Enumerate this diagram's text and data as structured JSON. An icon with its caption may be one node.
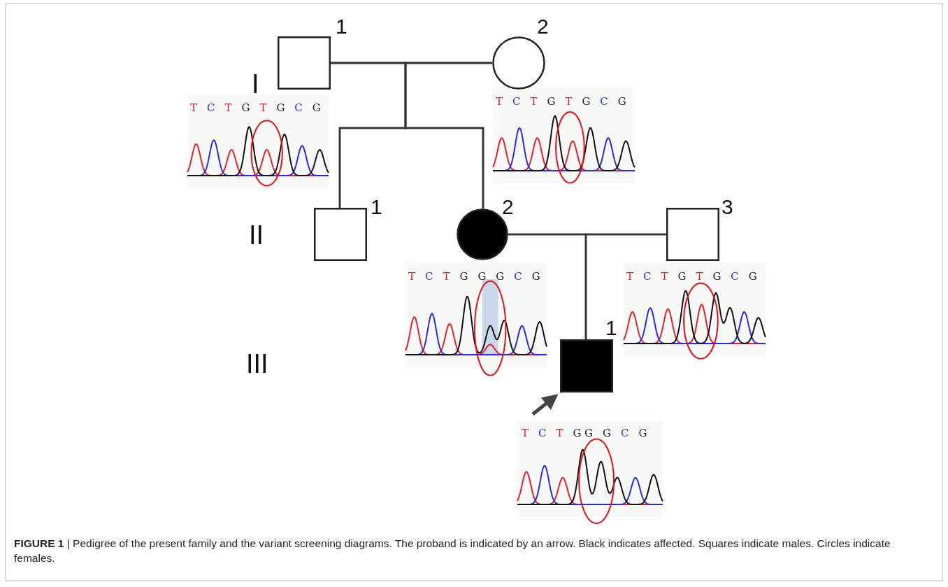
{
  "diagram": {
    "caption": "**FIGURE 1** | Pedigree of the present family and the variant screening diagrams. The proband is indicated by an arrow. Black indicates affected. Squares indicate males. Circles indicate females.",
    "nodes": [
      {
        "text": [],
        "shape": "box",
        "beside": [
          "1",
          "T C T G T G C G"
        ]
      },
      {
        "text": [],
        "shape": "circle",
        "beside": [
          "2",
          "T C T G T G C G"
        ]
      },
      {
        "text": [],
        "shape": "box",
        "beside": [
          "1"
        ]
      },
      {
        "text": [],
        "shape": "filled-circle",
        "beside": [
          "2",
          "T C T G G G C G"
        ]
      },
      {
        "text": [],
        "shape": "box",
        "beside": [
          "3",
          "T C T G T G C G"
        ]
      },
      {
        "text": [],
        "shape": "filled-box",
        "beside": [
          "1",
          "T C T GG G C G"
        ]
      }
    ],
    "edges": [
      {
        "from": 0,
        "to": 1,
        "arrow": "none"
      },
      {
        "from": 0,
        "to": 2,
        "arrow": "none"
      },
      {
        "from": 0,
        "to": 3,
        "arrow": "none"
      },
      {
        "from": 1,
        "to": 2,
        "arrow": "none"
      },
      {
        "from": 1,
        "to": 3,
        "arrow": "none"
      },
      {
        "from": 3,
        "to": 4,
        "arrow": "none"
      },
      {
        "from": 3,
        "to": 5,
        "arrow": "none"
      },
      {
        "from": 4,
        "to": 5,
        "arrow": "none"
      },
      {
        "from": null,
        "to": 5,
        "arrow": "to",
        "style": "thick"
      }
    ],
    "labels": [
      "I",
      "II",
      "III"
    ]
  }
}
